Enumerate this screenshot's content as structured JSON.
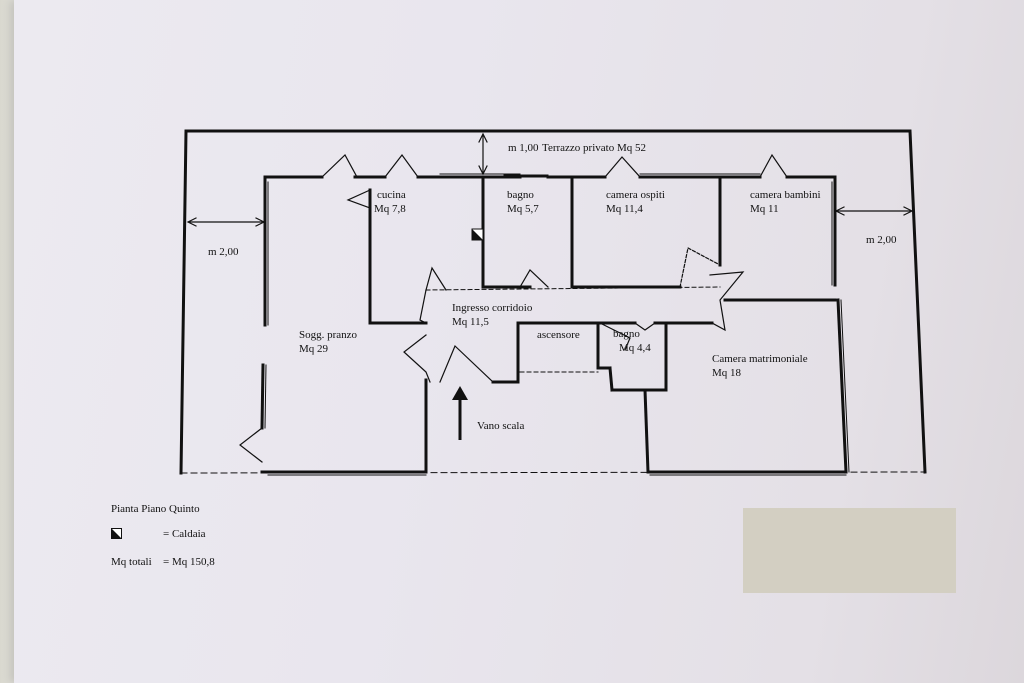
{
  "plan": {
    "title": "Pianta Piano Quinto",
    "legend": {
      "boiler_icon": "boiler-symbol-icon",
      "boiler_label": "= Caldaia",
      "total_label": "Mq totali",
      "total_value": "= Mq 150,8"
    },
    "dimensions": {
      "top": "m 1,00",
      "left": "m 2,00",
      "right": "m 2,00"
    },
    "rooms": {
      "terrace": "Terrazzo privato Mq 52",
      "kitchen_name": "cucina",
      "kitchen_area": "Mq 7,8",
      "bath1_name": "bagno",
      "bath1_area": "Mq 5,7",
      "guest_name": "camera ospiti",
      "guest_area": "Mq 11,4",
      "kids_name": "camera bambini",
      "kids_area": "Mq 11",
      "hall_name": "Ingresso corridoio",
      "hall_area": "Mq 11,5",
      "living_name": "Sogg. pranzo",
      "living_area": "Mq 29",
      "lift": "ascensore",
      "bath2_name": "bagno",
      "bath2_area": "Mq 4,4",
      "master_name": "Camera matrimoniale",
      "master_area": "Mq 18",
      "stairs": "Vano scala"
    }
  },
  "colors": {
    "ink": "#111111",
    "paper": "#e9e6ee",
    "redaction": "#d3cfc2"
  }
}
